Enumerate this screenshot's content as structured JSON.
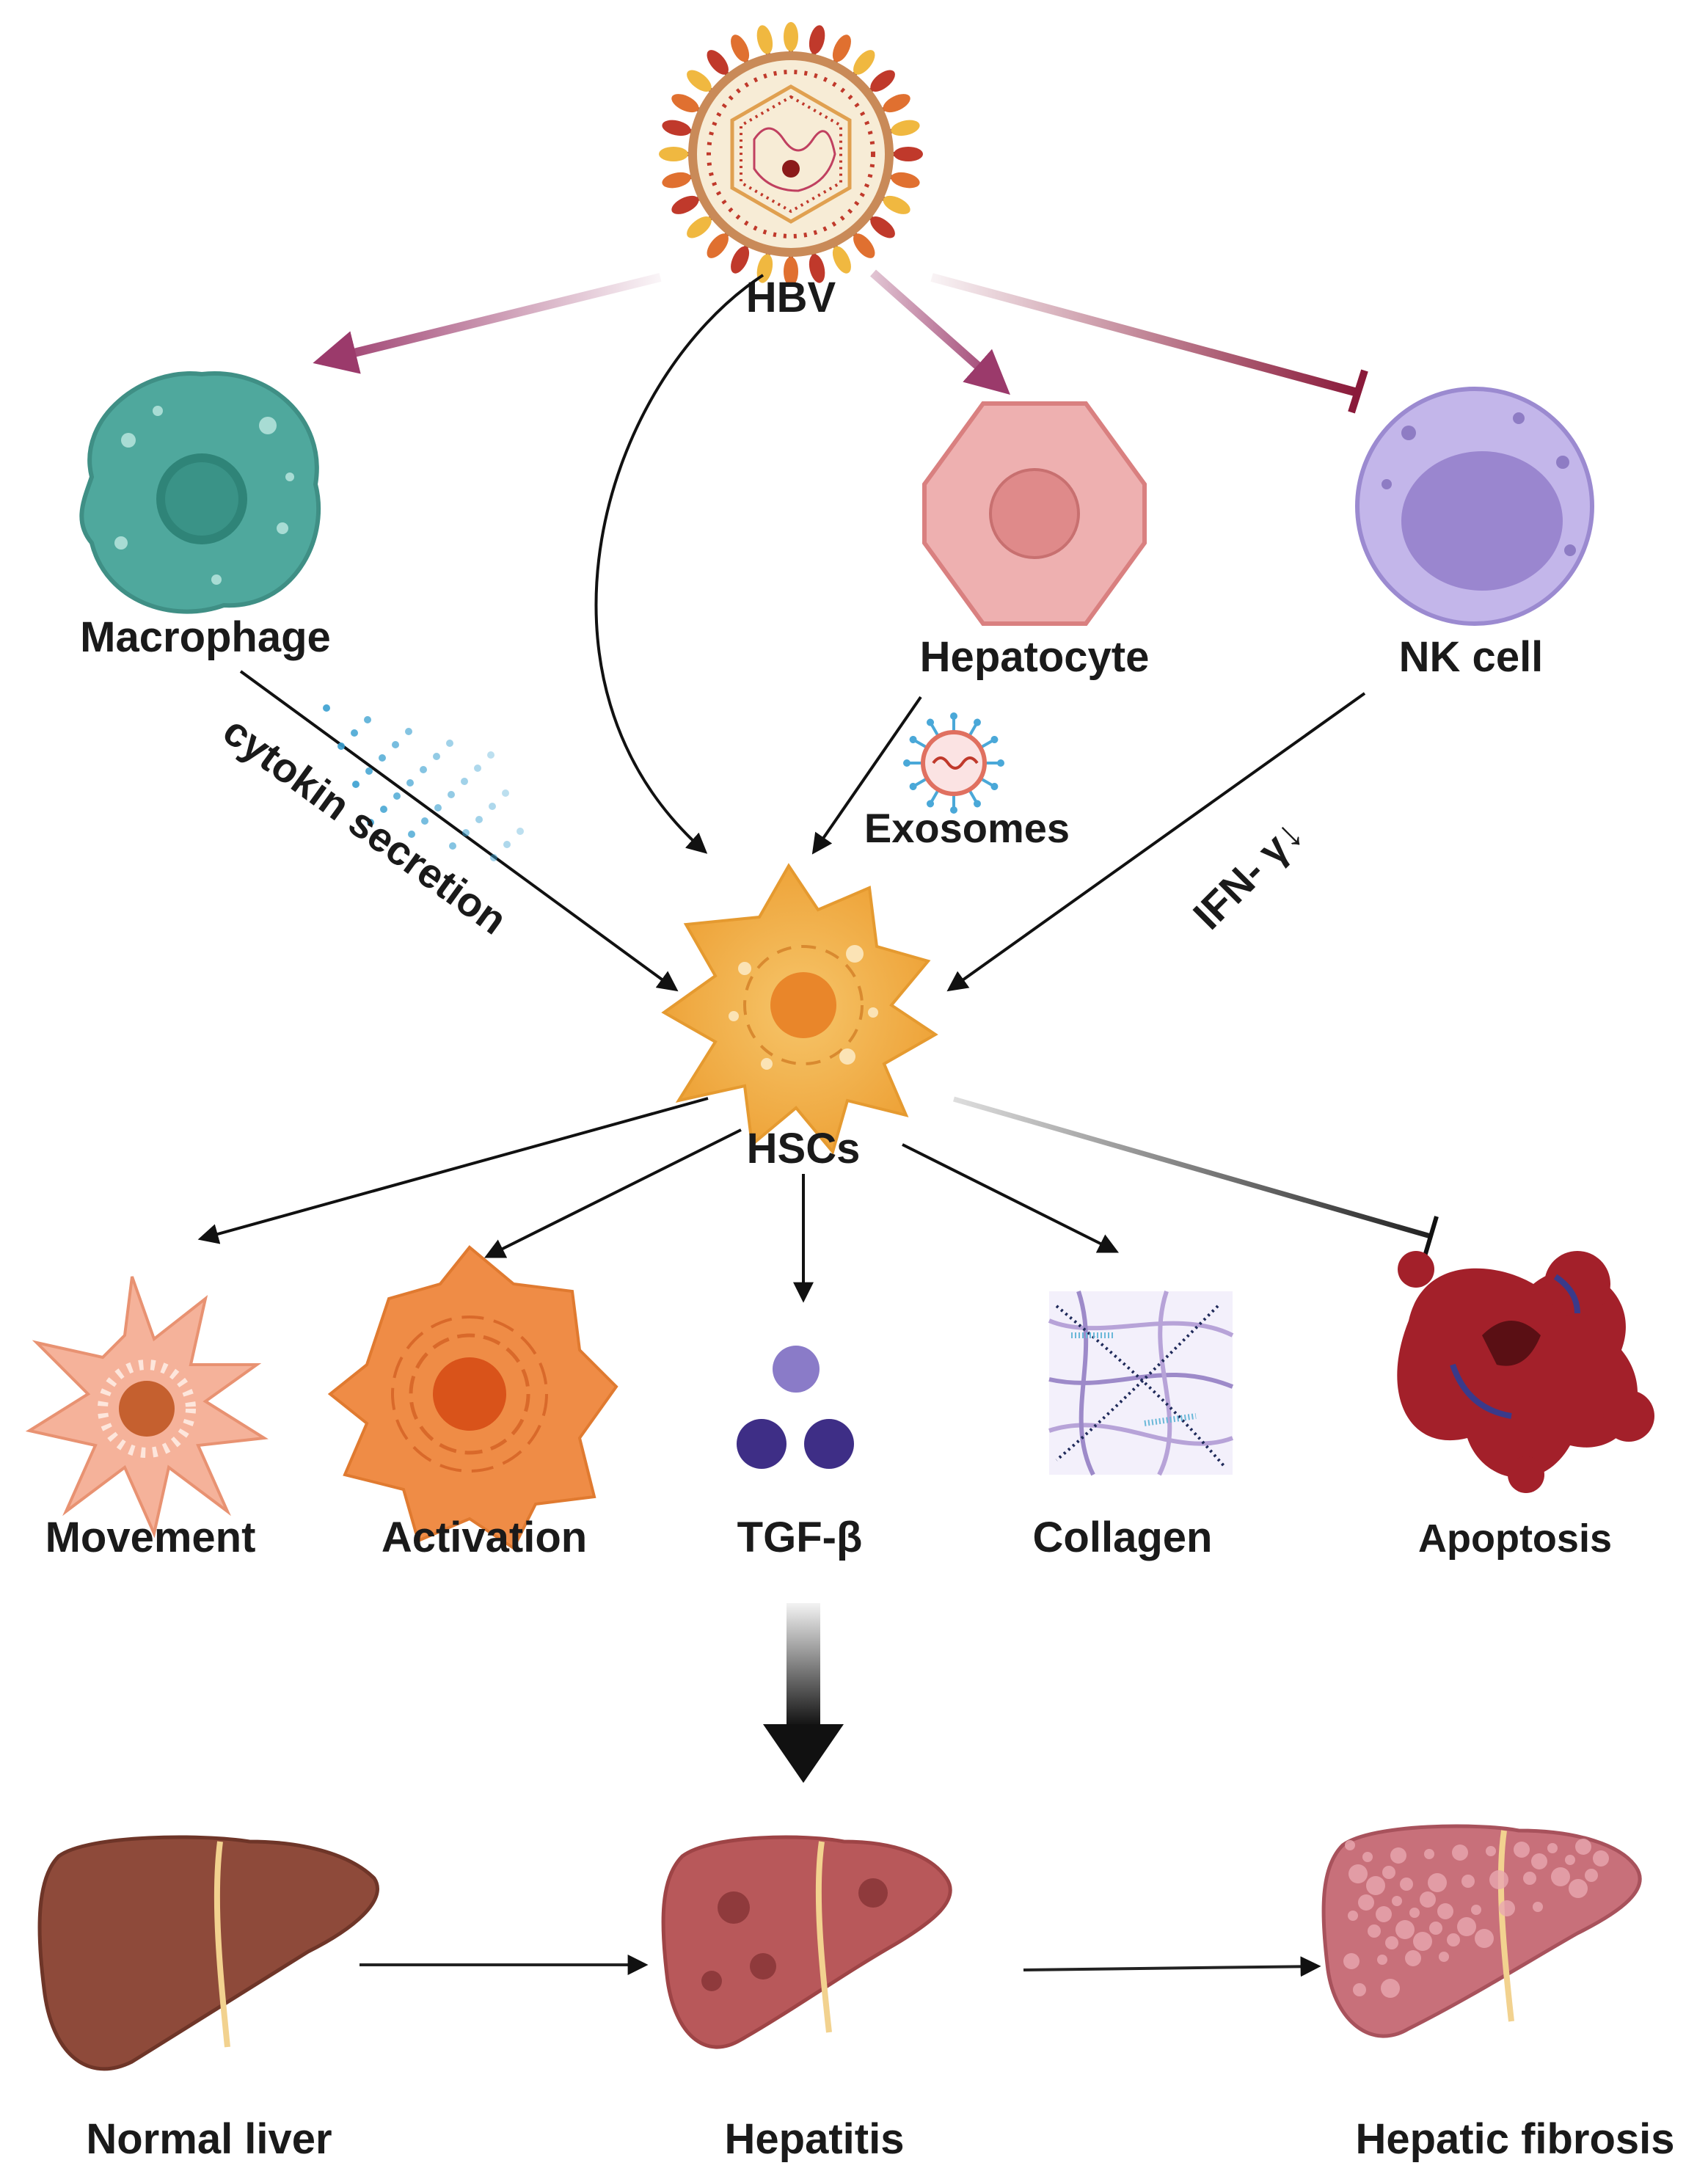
{
  "nodes": {
    "hbv": "HBV",
    "macrophage": "Macrophage",
    "hepatocyte": "Hepatocyte",
    "nk_cell": "NK cell",
    "hscs": "HSCs"
  },
  "edge_labels": {
    "cytokine": "cytokin secretion",
    "exosomes": "Exosomes",
    "ifn": "IFN- γ↓"
  },
  "outcomes": [
    "Movement",
    "Activation",
    "TGF-β",
    "Collagen",
    "Apoptosis"
  ],
  "liver_stages": [
    "Normal liver",
    "Hepatitis",
    "Hepatic fibrosis"
  ],
  "colors": {
    "arrow_magenta": "#9b3a6b",
    "arrow_dark_red": "#8a1a3a",
    "macrophage": "#4fa89d",
    "hepatocyte": "#e8a0a0",
    "nk_cell": "#b7a8e0",
    "hsc": "#f2b552",
    "movement": "#f4a88c",
    "activation": "#ea8640",
    "tgf": "#3e2e86",
    "apoptosis": "#a3202a",
    "liver_normal": "#8e4a3a",
    "liver_hepatitis": "#b8585a",
    "liver_fibrosis": "#c8707a"
  }
}
